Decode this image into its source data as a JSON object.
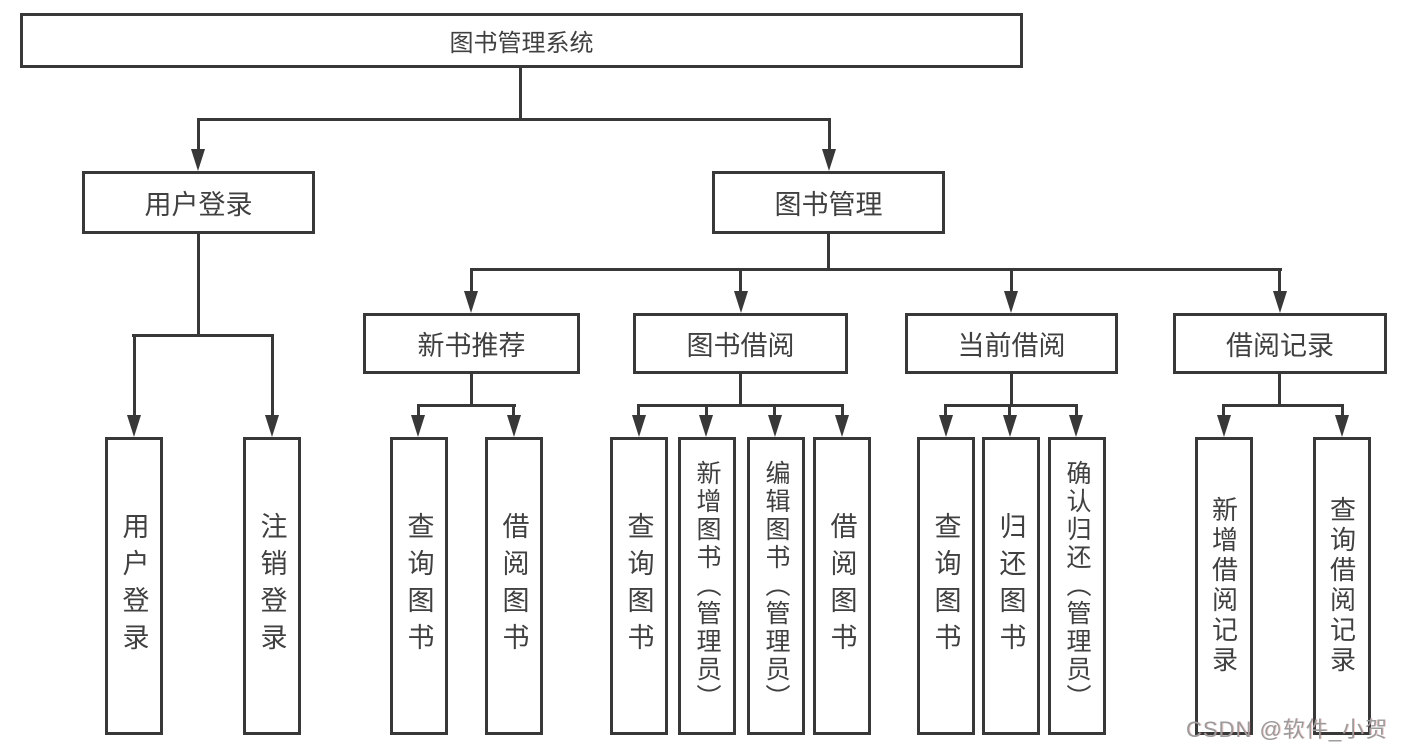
{
  "tree": {
    "label": "图书管理系统",
    "children": [
      {
        "label": "用户登录",
        "children": [
          {
            "label": "用户登录"
          },
          {
            "label": "注销登录"
          }
        ]
      },
      {
        "label": "图书管理",
        "children": [
          {
            "label": "新书推荐",
            "children": [
              {
                "label": "查询图书"
              },
              {
                "label": "借阅图书"
              }
            ]
          },
          {
            "label": "图书借阅",
            "children": [
              {
                "label": "查询图书"
              },
              {
                "label": "新增图书（管理员）"
              },
              {
                "label": "编辑图书（管理员）"
              },
              {
                "label": "借阅图书"
              }
            ]
          },
          {
            "label": "当前借阅",
            "children": [
              {
                "label": "查询图书"
              },
              {
                "label": "归还图书"
              },
              {
                "label": "确认归还（管理员）"
              }
            ]
          },
          {
            "label": "借阅记录",
            "children": [
              {
                "label": "新增借阅记录"
              },
              {
                "label": "查询借阅记录"
              }
            ]
          }
        ]
      }
    ]
  },
  "watermark": {
    "text": "CSDN @软件_小贺同学"
  },
  "colors": {
    "line": "#383838",
    "text": "#404040",
    "watermark": "#9b9b9b",
    "background": "#ffffff"
  }
}
